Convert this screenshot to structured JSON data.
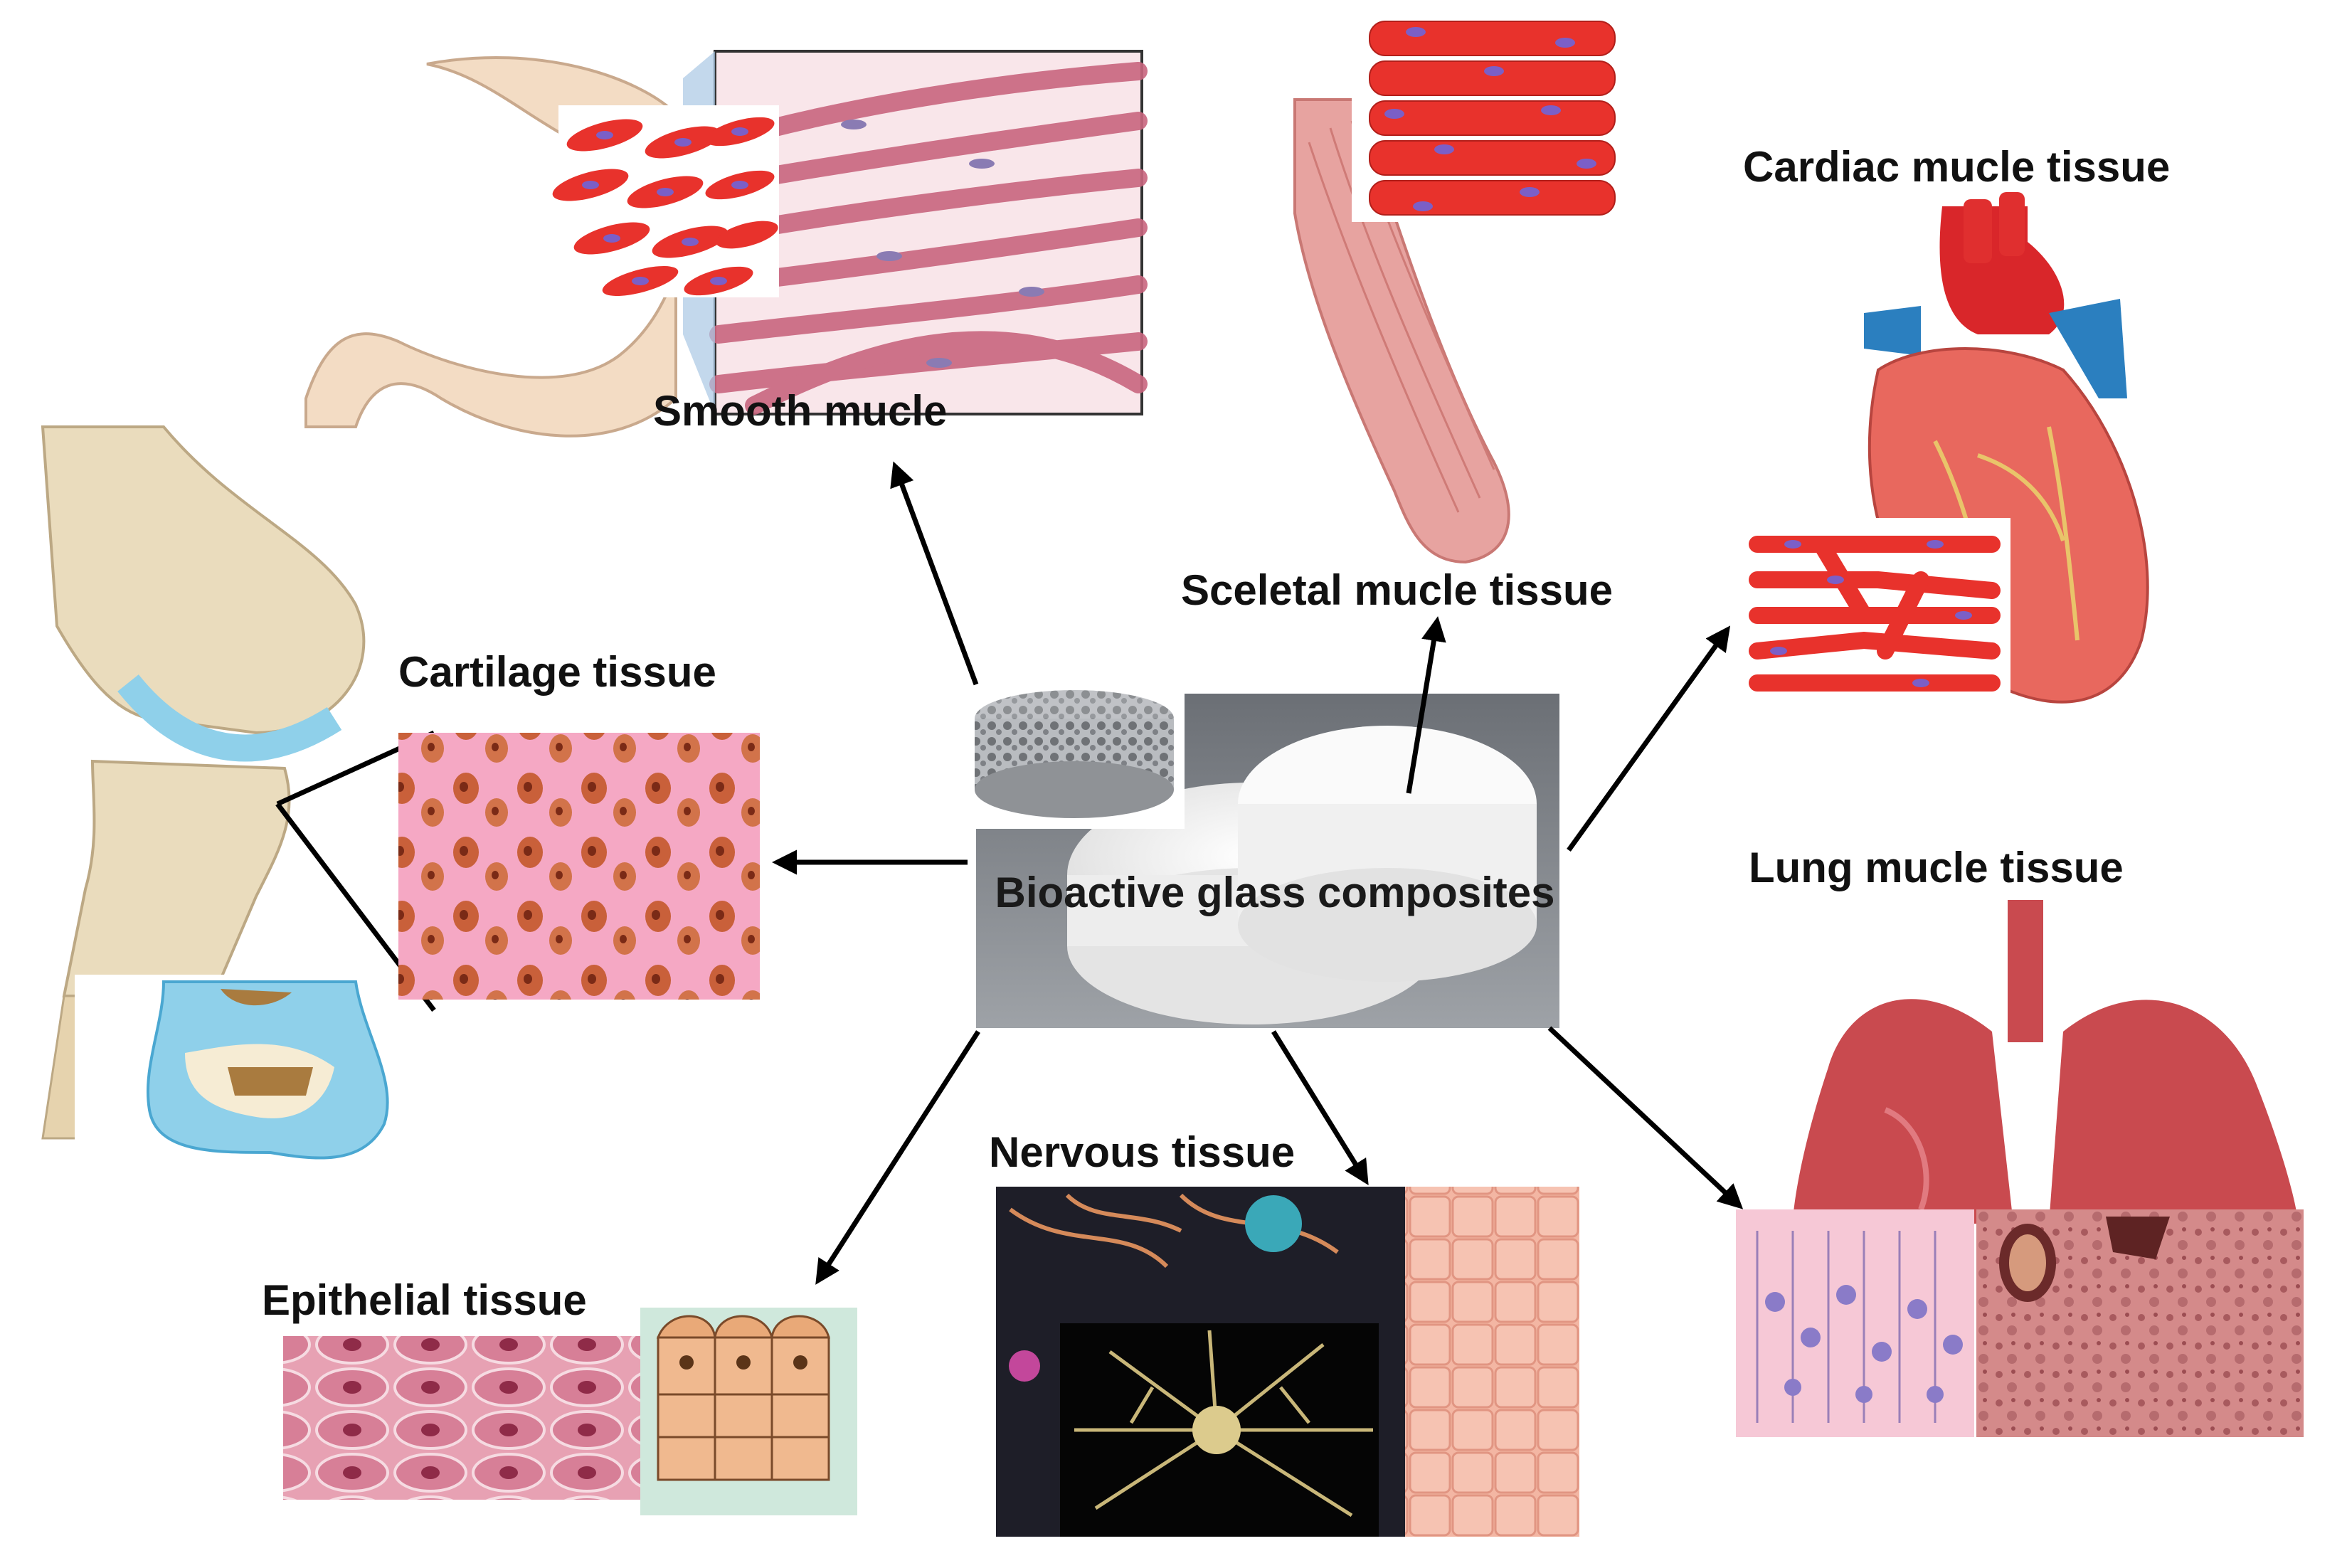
{
  "diagram": {
    "center": {
      "label": "Bioactive glass composites"
    },
    "tissues": [
      {
        "id": "smooth",
        "label": "Smooth mucle"
      },
      {
        "id": "skeletal",
        "label": "Sceletal mucle tissue"
      },
      {
        "id": "cardiac",
        "label": "Cardiac mucle tissue"
      },
      {
        "id": "cartilage",
        "label": "Cartilage tissue"
      },
      {
        "id": "lung",
        "label": "Lung mucle tissue"
      },
      {
        "id": "nervous",
        "label": "Nervous tissue"
      },
      {
        "id": "epithelial",
        "label": "Epithelial tissue"
      }
    ]
  },
  "colors": {
    "muscle_red": "#e8322c",
    "nucleus": "#7b5fc7",
    "smooth_pink": "#d98a9c",
    "bone": "#e9dcc0",
    "cartilage_blue": "#8fd0ea",
    "heart": "#e8685e",
    "lung": "#c94a4f",
    "neuron": "#c9b779"
  }
}
